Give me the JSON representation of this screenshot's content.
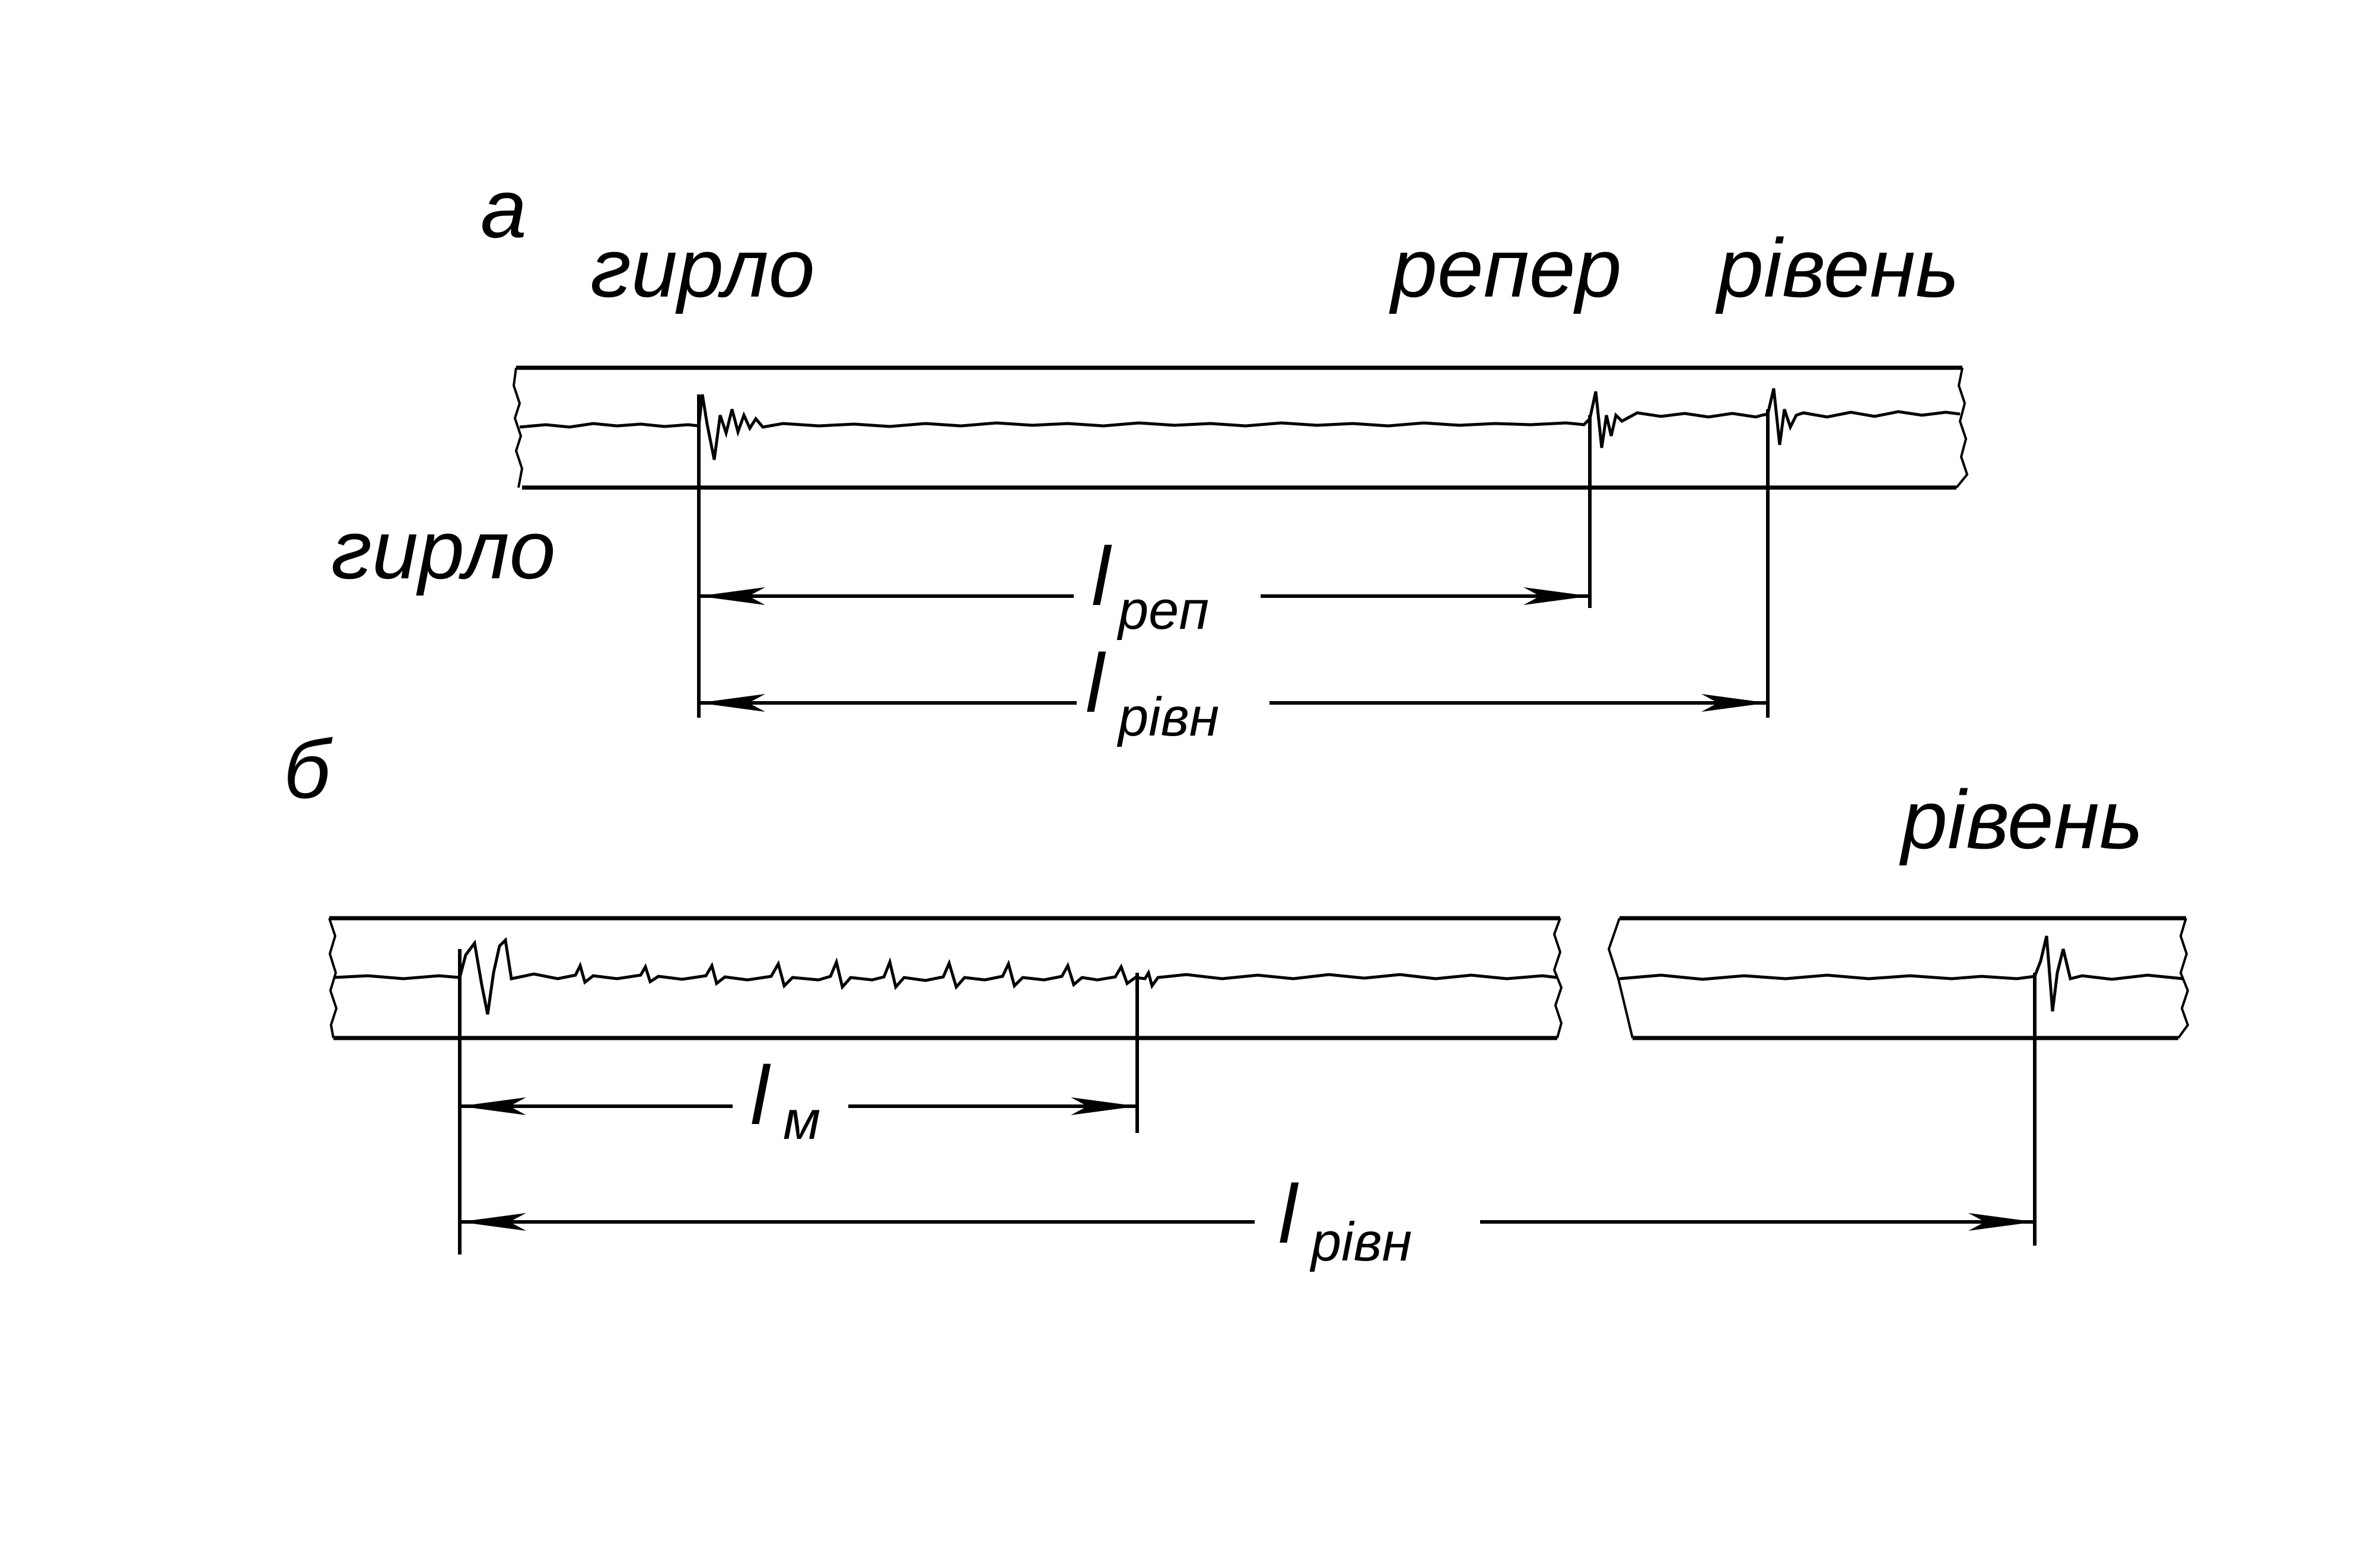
{
  "panel_a": {
    "label": "а",
    "top_labels": {
      "mouth": "гирло",
      "marker": "репер",
      "level": "рівень"
    },
    "side_label": "гирло",
    "dim_marker": {
      "symbol": "l",
      "subscript": "реп"
    },
    "dim_level": {
      "symbol": "l",
      "subscript": "рівн"
    }
  },
  "panel_b": {
    "label": "б",
    "top_label_level": "рівень",
    "dim_coupling": {
      "symbol": "l",
      "subscript": "м"
    },
    "dim_level": {
      "symbol": "l",
      "subscript": "рівн"
    }
  },
  "colors": {
    "ink": "#000000",
    "paper": "#ffffff"
  }
}
